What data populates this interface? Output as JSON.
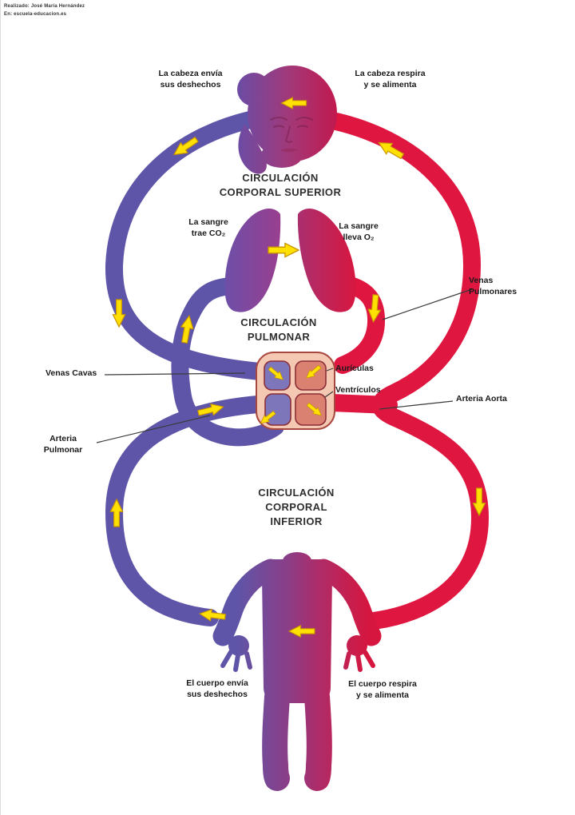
{
  "credit": {
    "line1": "Realizado: José María Hernández",
    "line2": "En: escuela-educacion.es"
  },
  "labels": {
    "head_left": "La cabeza envía\nsus deshechos",
    "head_right": "La cabeza respira\ny se alimenta",
    "title_superior": "CIRCULACIÓN\nCORPORAL SUPERIOR",
    "lungs_left": "La sangre\ntrae CO₂",
    "lungs_right": "La sangre\nlleva O₂",
    "title_pulmonar": "CIRCULACIÓN\nPULMONAR",
    "venas_pulmonares": "Venas\nPulmonares",
    "venas_cavas": "Venas Cavas",
    "auriculas": "Aurículas",
    "ventriculos": "Ventrículos",
    "arteria_aorta": "Arteria Aorta",
    "arteria_pulmonar": "Arteria\nPulmonar",
    "title_inferior": "CIRCULACIÓN\nCORPORAL\nINFERIOR",
    "body_left": "El cuerpo envía\nsus deshechos",
    "body_right": "El cuerpo respira\ny se alimenta"
  },
  "colors": {
    "vein-blue": "#5E55A8",
    "artery-red": "#DF1740",
    "arrow-yellow": "#FFE000",
    "arrow-outline": "#C99400",
    "heart-wall": "#F4C8B2",
    "heart-outline": "#A84740",
    "chamber-blue": "#7E76BA",
    "chamber-red": "#DB8172",
    "gradient-purple": "#6E4BA2",
    "gradient-magenta": "#A33878",
    "gradient-crimson": "#D6163E",
    "label-ink": "#1A1A1A",
    "leader-line": "#3A3A3A"
  }
}
